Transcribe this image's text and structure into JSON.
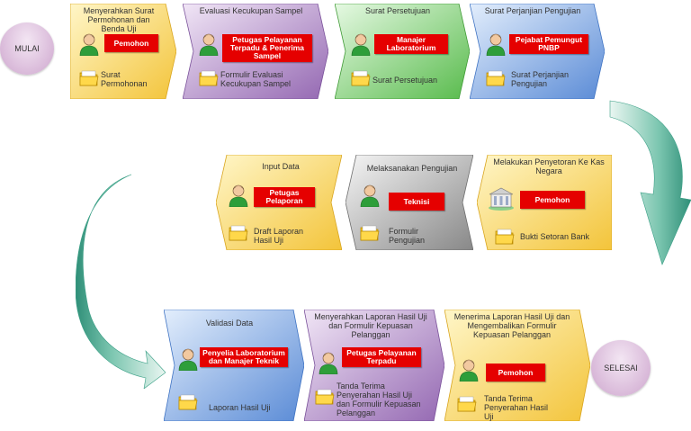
{
  "start_label": "MULAI",
  "end_label": "SELESAI",
  "colors": {
    "yellow": [
      "#fff3b8",
      "#f0c030"
    ],
    "purple": [
      "#ead9f2",
      "#9a6fb4"
    ],
    "green": [
      "#d8f5d5",
      "#5bbf4f"
    ],
    "blue": [
      "#d7e6fb",
      "#5d8fd8"
    ],
    "gray": [
      "#ededed",
      "#8a8a8a"
    ],
    "role_bg": "#e50000",
    "arrow": "#3a9f86"
  },
  "steps": [
    {
      "title": "Menyerahkan Surat Permohonan dan Benda Uji",
      "role": "Pemohon",
      "document": "Surat Permohonan",
      "color": "yellow",
      "doc_icon": "folder-icon"
    },
    {
      "title": "Evaluasi Kecukupan Sampel",
      "role": "Petugas Pelayanan Terpadu & Penerima Sampel",
      "document": "Formulir Evaluasi Kecukupan Sampel",
      "color": "purple",
      "doc_icon": "folder-icon"
    },
    {
      "title": "Surat Persetujuan",
      "role": "Manajer Laboratorium",
      "document": "Surat Persetujuan",
      "color": "green",
      "doc_icon": "folder-icon"
    },
    {
      "title": "Surat Perjanjian Pengujian",
      "role": "Pejabat Pemungut PNBP",
      "document": "Surat Perjanjian Pengujian",
      "color": "blue",
      "doc_icon": "folder-icon"
    },
    {
      "title": "Melakukan Penyetoran Ke Kas Negara",
      "role": "Pemohon",
      "document": "Bukti Setoran Bank",
      "color": "yellow",
      "doc_icon": "folder-icon",
      "role_icon": "bank-icon"
    },
    {
      "title": "Melaksanakan Pengujian",
      "role": "Teknisi",
      "document": "Formulir Pengujian",
      "color": "gray",
      "doc_icon": "folder-icon"
    },
    {
      "title": "Input Data",
      "role": "Petugas Pelaporan",
      "document": "Draft Laporan Hasil Uji",
      "color": "yellow",
      "doc_icon": "folder-icon"
    },
    {
      "title": "Validasi Data",
      "role": "Penyelia Laboratorium dan Manajer Teknik",
      "document": "Laporan Hasil Uji",
      "color": "blue",
      "doc_icon": "folder-icon"
    },
    {
      "title": "Menyerahkan Laporan Hasil Uji dan Formulir Kepuasan Pelanggan",
      "role": "Petugas Pelayanan Terpadu",
      "document": "Tanda Terima Penyerahan Hasil Uji dan Formulir Kepuasan Pelanggan",
      "color": "purple",
      "doc_icon": "folder-icon"
    },
    {
      "title": "Menerima Laporan Hasil Uji dan Mengembalikan Formulir Kepuasan Pelanggan",
      "role": "Pemohon",
      "document": "Tanda Terima Penyerahan Hasil Uji",
      "color": "yellow",
      "doc_icon": "folder-icon"
    }
  ]
}
